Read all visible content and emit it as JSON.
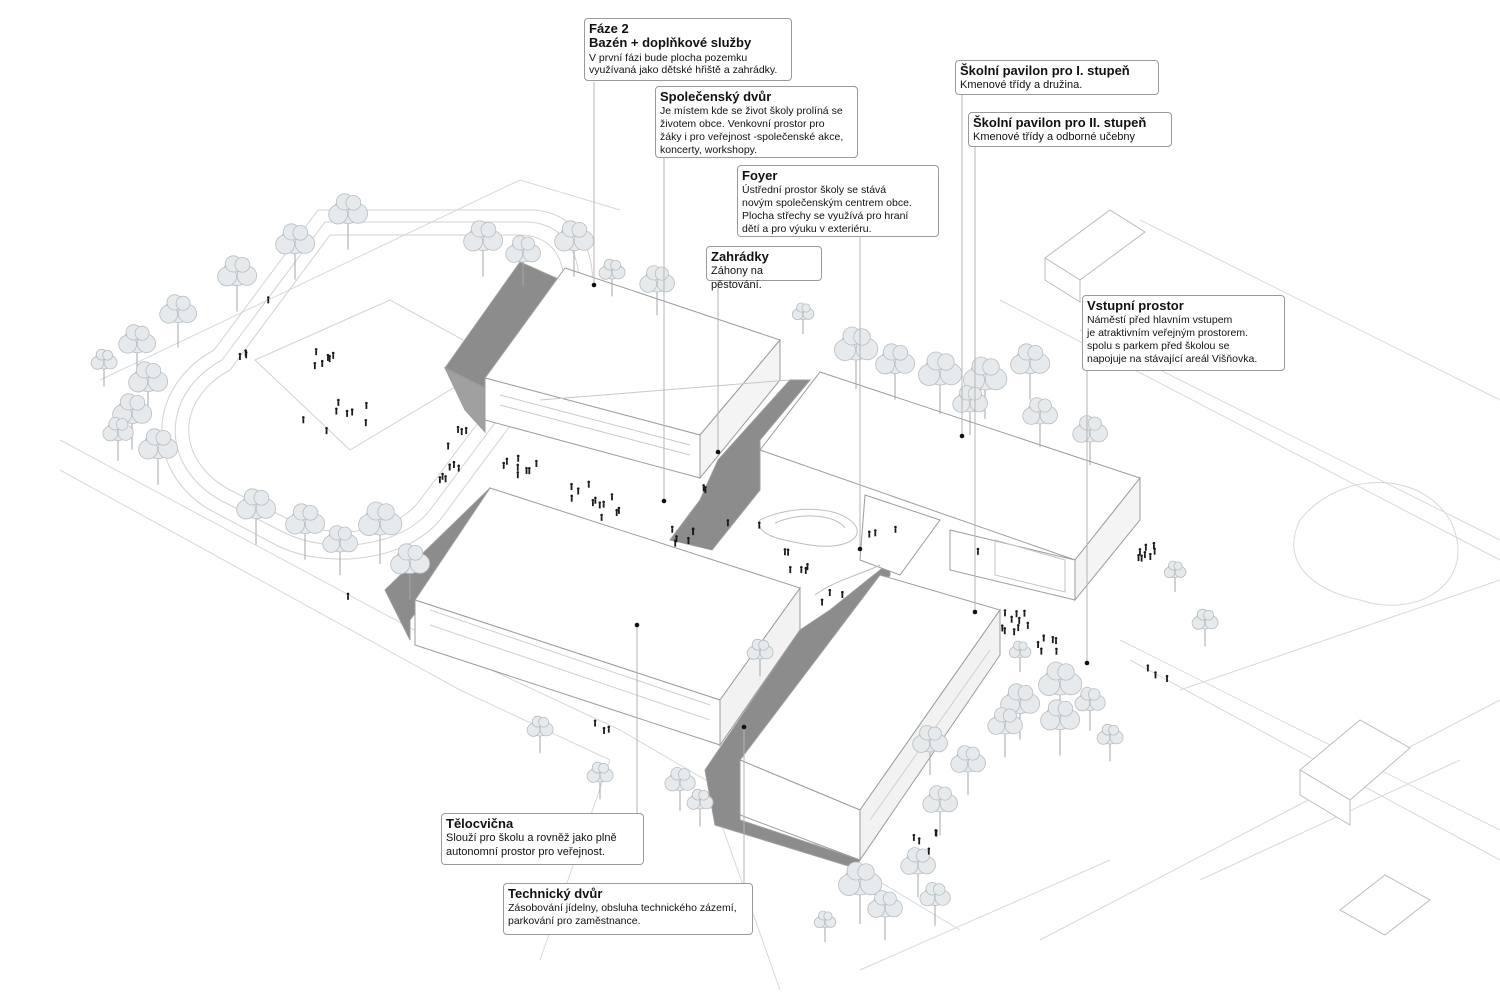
{
  "labels": {
    "faze2": {
      "title": "Fáze 2",
      "subtitle": "Bazén + doplňkové služby",
      "text": "V první fázi bude plocha pozemku\nvyužívaná jako dětské hřiště a zahrádky."
    },
    "spolecensky_dvur": {
      "title": "Společenský dvůr",
      "text": "Je místem kde se život školy prolíná se\nživotem obce. Venkovní prostor pro\nžáky i pro veřejnost -společenské akce,\nkoncerty, workshopy."
    },
    "foyer": {
      "title": "Foyer",
      "text": "Ústřední prostor školy se stává\nnovým společenským centrem obce.\nPlocha střechy se využívá pro hraní\ndětí a pro výuku v exteriéru."
    },
    "zahradky": {
      "title": "Zahrádky",
      "text": "Záhony na pěstování."
    },
    "pavilon_1": {
      "title": "Školní pavilon pro I. stupeň",
      "text": "Kmenové třídy a družina."
    },
    "pavilon_2": {
      "title": "Školní pavilon pro II. stupeň",
      "text": "Kmenové třídy a odborné učebny"
    },
    "vstupni_prostor": {
      "title": "Vstupní prostor",
      "text": "Náměstí před hlavním vstupem\nje atraktivním veřejným prostorem.\nspolu s parkem před školou se\nnapojuje na stávající areál Višňovka."
    },
    "telocvicna": {
      "title": "Tělocvična",
      "text": "Slouží pro školu a rovněž jako plně\nautonomní  prostor pro veřejnost."
    },
    "technicky_dvur": {
      "title": "Technický dvůr",
      "text": "Zásobování jídelny, obsluha technického zázemí,\nparkování pro zaměstnance."
    }
  },
  "colors": {
    "shade": "#8c8c8c",
    "outline": "#9c9c9c",
    "ground_lines": "#d6d6d6",
    "tree_fill": "#e6eaec",
    "tree_stroke": "#b7bec2",
    "people": "#1a1a1a"
  }
}
